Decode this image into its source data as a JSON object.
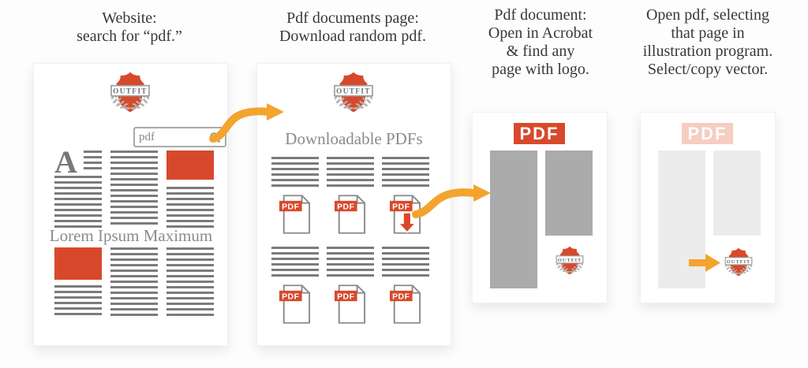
{
  "colors": {
    "accent": "#d8492b",
    "arrow_orange": "#f3a42e",
    "text_bar_gray": "#7b7b7b",
    "column_gray": "#ababab",
    "faded_gray": "#ececec",
    "faded_pink": "#f6cdc1",
    "laurel_gray": "#b5b5b5",
    "logo_text_gray": "#6e6e6e",
    "muted_heading_gray": "#8b8b8b",
    "title_text": "#383838"
  },
  "logo": {
    "text": "OUTFIT"
  },
  "file_icon": {
    "label": "PDF"
  },
  "steps": [
    {
      "title_lines": [
        "Website:",
        "search for “pdf.”"
      ]
    },
    {
      "title_lines": [
        "Pdf documents page:",
        "Download random pdf."
      ]
    },
    {
      "title_lines": [
        "Pdf document:",
        "Open in Acrobat",
        "& find any",
        "page with logo."
      ]
    },
    {
      "title_lines": [
        "Open pdf, selecting",
        "that page in",
        "illustration program.",
        "Select/copy vector."
      ]
    }
  ],
  "website": {
    "search_value": "pdf",
    "dropcap": "A",
    "headline": "Lorem Ipsum Maximum"
  },
  "pdf_page": {
    "heading": "Downloadable PDFs"
  },
  "acrobat": {
    "header_label": "PDF"
  },
  "illustration": {
    "header_label": "PDF"
  }
}
